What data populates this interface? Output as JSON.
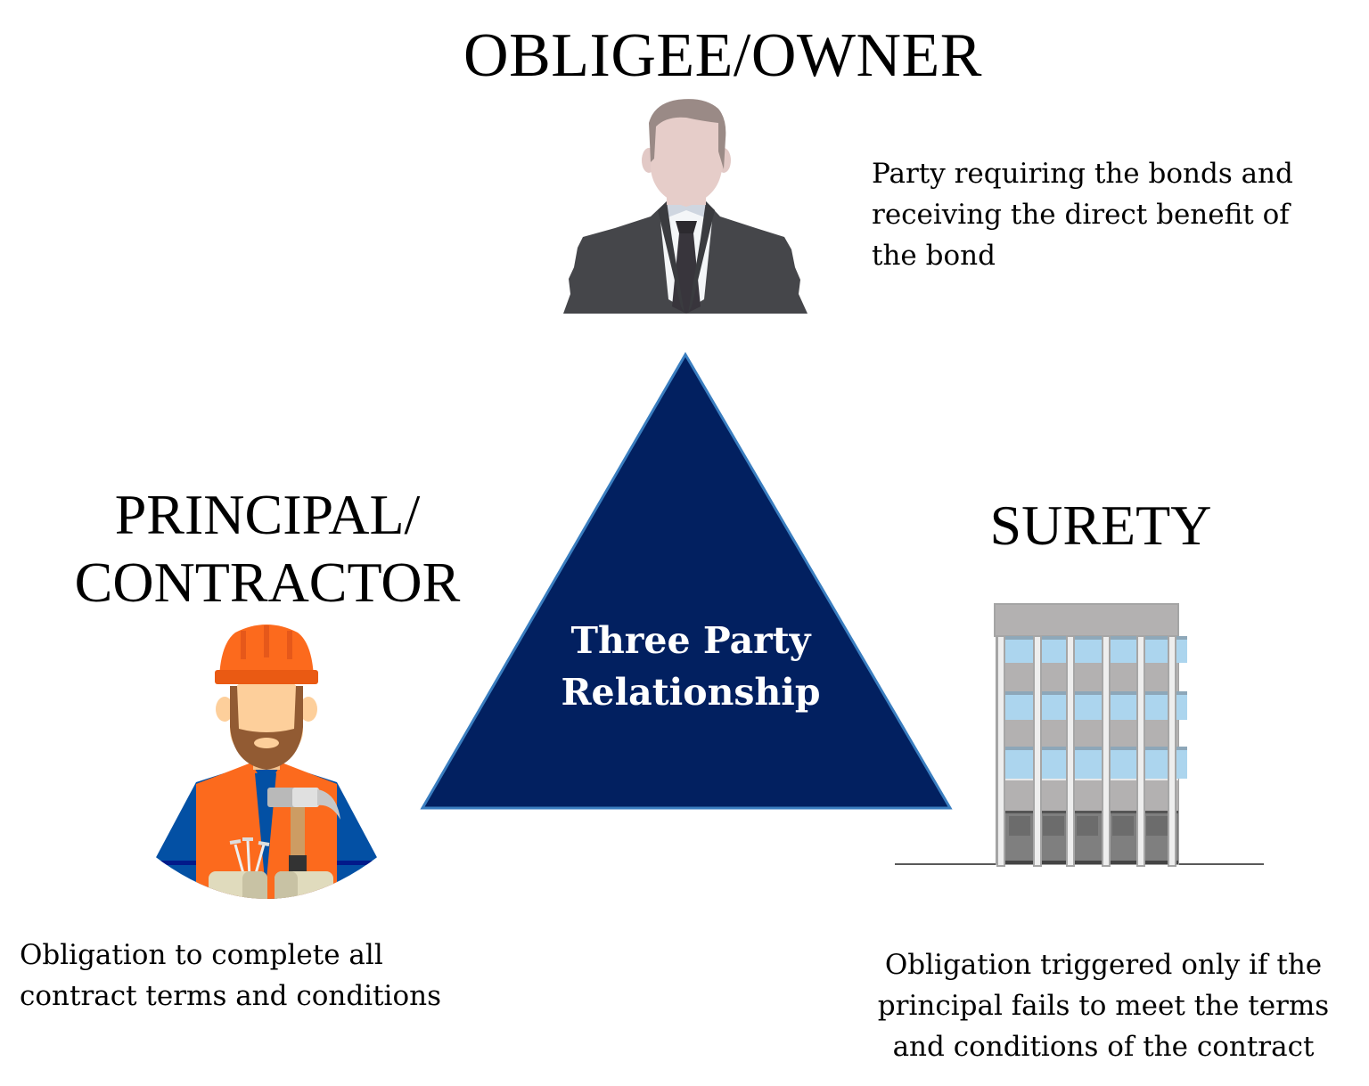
{
  "diagram": {
    "title": "Three Party Relationship",
    "center_label": {
      "line1": "Three Party",
      "line2": "Relationship"
    },
    "colors": {
      "triangle_fill": "#022060",
      "triangle_stroke": "#3a7ec0",
      "label_text": "#ffffff",
      "heading_text": "#000000"
    },
    "parties": {
      "obligee": {
        "heading": "OBLIGEE/OWNER",
        "icon": "businessman-icon",
        "description": {
          "line1": "Party requiring the bonds and",
          "line2": "receiving the direct benefit of",
          "line3": "the bond"
        }
      },
      "principal": {
        "heading_line1": "PRINCIPAL/",
        "heading_line2": "CONTRACTOR",
        "icon": "construction-worker-icon",
        "description": {
          "line1": "Obligation to complete all",
          "line2": "contract terms and conditions"
        }
      },
      "surety": {
        "heading": "SURETY",
        "icon": "office-building-icon",
        "description": {
          "line1": "Obligation triggered only if the",
          "line2": "principal fails to meet the terms",
          "line3": "and conditions of the contract"
        }
      }
    }
  }
}
